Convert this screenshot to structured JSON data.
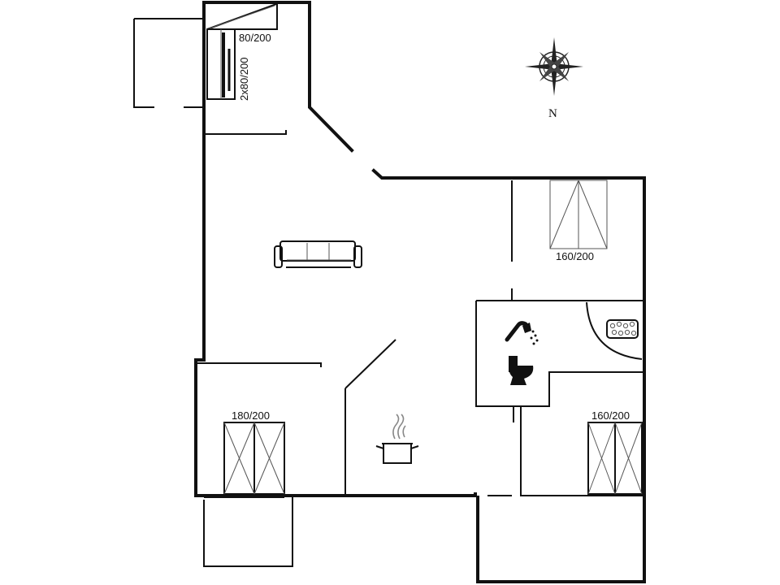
{
  "labels": {
    "bunk_top": "80/200",
    "bunk_side": "2x80/200",
    "bed_top_right": "160/200",
    "bed_left": "180/200",
    "bed_right": "160/200",
    "north": "N"
  },
  "icons": {
    "compass": "compass-rose-icon",
    "sofa": "sofa-icon",
    "shower": "shower-icon",
    "toilet": "toilet-icon",
    "bathtub": "bathtub-icon",
    "cooking_pot": "cooking-pot-icon"
  },
  "colors": {
    "wall": "#111111",
    "background": "#ffffff"
  }
}
